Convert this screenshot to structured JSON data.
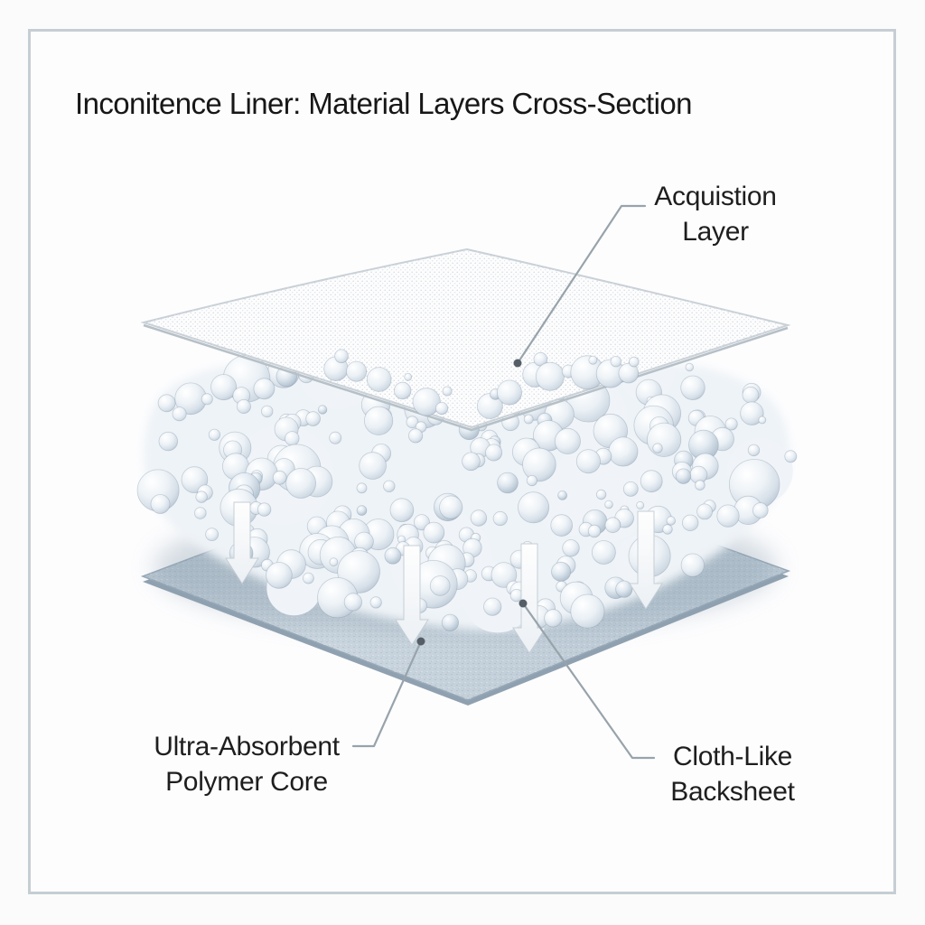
{
  "title": "Inconitence Liner: Material Layers Cross-Section",
  "diagram": {
    "type": "layered-cross-section",
    "layers": [
      {
        "id": "acquisition-layer",
        "label_line1": "Acquistion",
        "label_line2": "Layer"
      },
      {
        "id": "ultra-absorbent-polymer-core",
        "label_line1": "Ultra-Absorbent",
        "label_line2": "Polymer Core"
      },
      {
        "id": "cloth-like-backsheet",
        "label_line1": "Cloth-Like",
        "label_line2": "Backsheet"
      }
    ],
    "absorption_arrows": {
      "count": 4,
      "direction": "down"
    }
  },
  "colors": {
    "frame_border": "#c6ced4",
    "background": "#fdfdfe",
    "title_text": "#171717",
    "label_text": "#1e1e1e",
    "leader_line": "#98a3ab",
    "leader_dot": "#555e66",
    "mesh_sheet": "#fdfdfe",
    "mesh_dots": "#d2d9de",
    "core_bubble_tint": "#c3cfda",
    "backsheet_fill": "#bac6d1",
    "arrow_fill": "#ffffff"
  }
}
